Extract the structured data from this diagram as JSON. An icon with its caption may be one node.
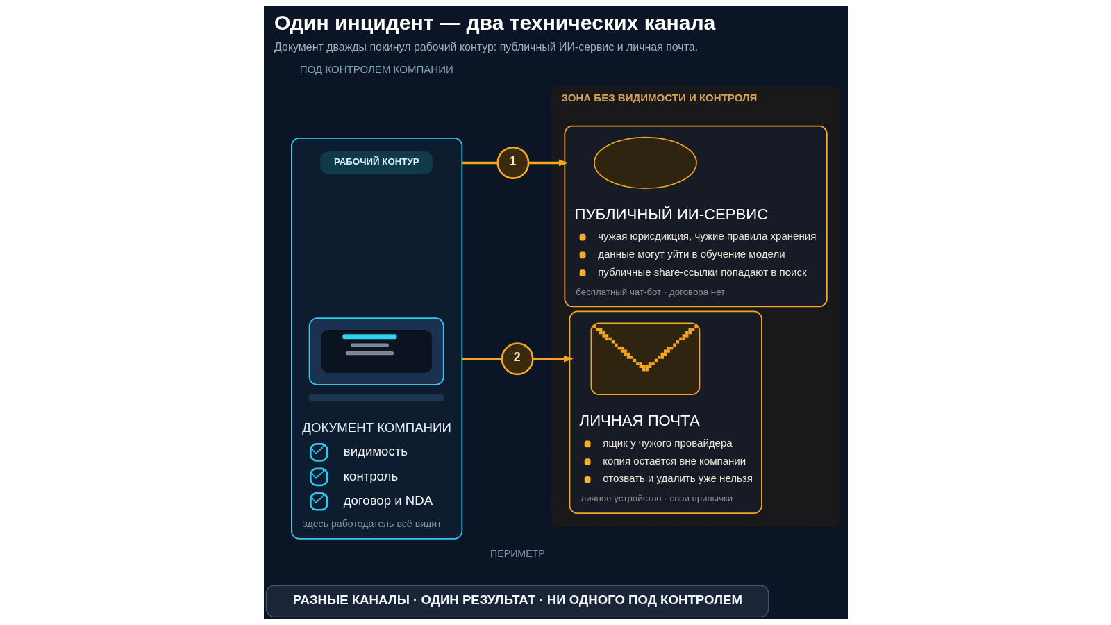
{
  "diagram": {
    "title": "Один инцидент — два технических канала",
    "caption": "Документ дважды покинул рабочий контур: публичный ИИ-сервис и личная почта.",
    "nodes": [
      {
        "text": [
          "ДОКУМЕНТ КОМПАНИИ",
          "видимость",
          "контроль",
          "договор и NDA",
          "здесь работодатель всё видит"
        ]
      },
      {
        "text": [
          "РАБОЧИЙ КОНТУР"
        ],
        "in": 0
      },
      {
        "text": [],
        "shape": "picture",
        "in": 0
      },
      {
        "text": [
          "1"
        ]
      },
      {
        "text": [
          "2"
        ]
      },
      {
        "text": [
          "ЗОНА БЕЗ ВИДИМОСТИ И КОНТРОЛЯ"
        ]
      },
      {
        "text": [
          "ПУБЛИЧНЫЙ ИИ-СЕРВИС",
          "чужая юрисдикция, чужие правила хранения",
          "данные могут уйти в обучение модели",
          "публичные share-ссылки попадают в поиск",
          "бесплатный чат-бот · договора нет"
        ],
        "in": 5
      },
      {
        "text": [],
        "shape": "cloud",
        "in": 6
      },
      {
        "text": [
          "ЛИЧНАЯ ПОЧТА",
          "ящик у чужого провайдера",
          "копия остаётся вне компании",
          "отозвать и удалить уже нельзя",
          "личное устройство · свои привычки"
        ],
        "in": 5
      },
      {
        "text": [],
        "shape": "picture",
        "in": 8
      },
      {
        "text": [
          "РАЗНЫЕ КАНАЛЫ · ОДИН РЕЗУЛЬТАТ · НИ ОДНОГО ПОД КОНТРОЛЕМ"
        ]
      }
    ],
    "edges": [
      {
        "from": 0,
        "to": 3,
        "arrow": "none"
      },
      {
        "from": 3,
        "to": 6,
        "arrow": "to"
      },
      {
        "from": 0,
        "to": 4,
        "arrow": "none"
      },
      {
        "from": 4,
        "to": 8,
        "arrow": "to"
      }
    ],
    "labels": [
      "ПОД КОНТРОЛЕМ КОМПАНИИ",
      "ПЕРИМЕТР"
    ]
  }
}
